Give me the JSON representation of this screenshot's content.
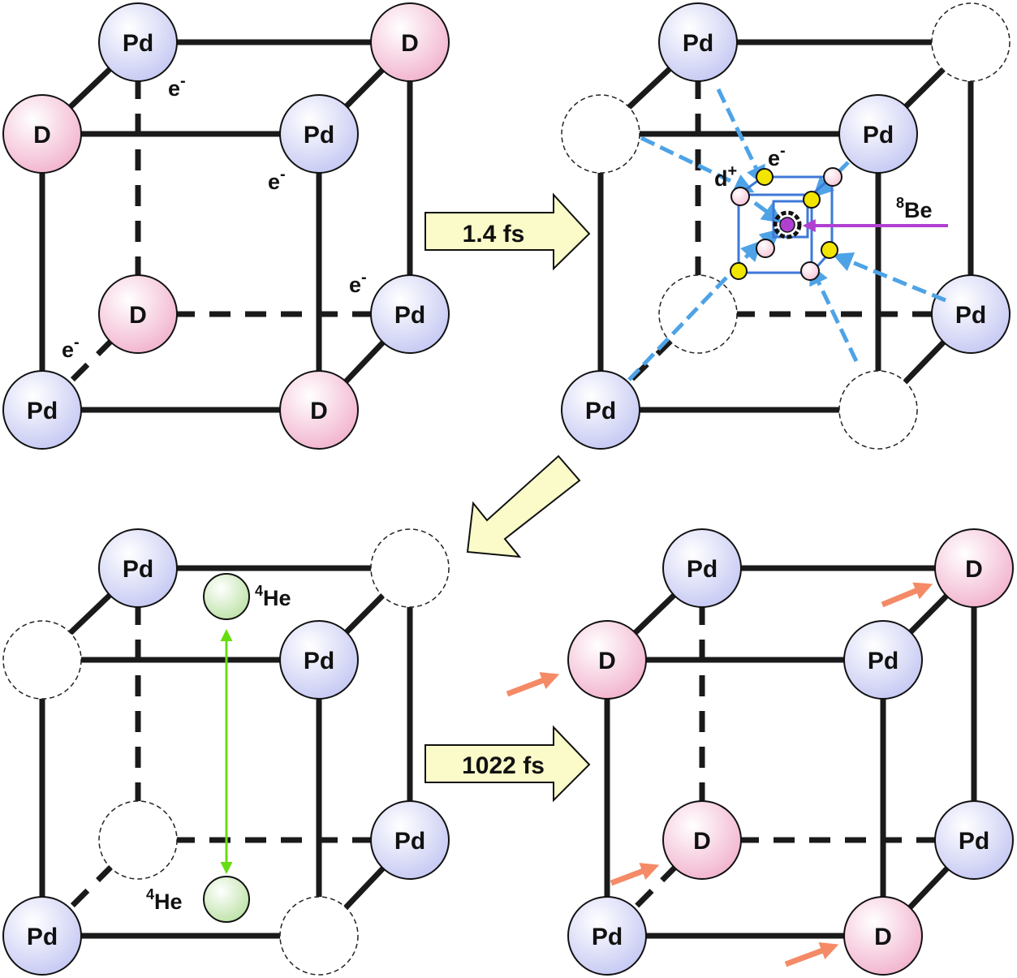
{
  "labels": {
    "pd": "Pd",
    "d": "D",
    "e": "e",
    "minus": "-",
    "dplus": "d",
    "plus": "+",
    "be_mass": "8",
    "be": "Be",
    "he_mass": "4",
    "he": "He"
  },
  "transitions": {
    "first": "1.4 fs",
    "second": "1022 fs"
  },
  "colors": {
    "pd_fill": "#cfd2f5",
    "d_fill": "#f4bfd6",
    "he_fill": "#c9e9b8",
    "cube_line": "#1a1a1a",
    "blue_frame": "#3f78d8",
    "dash_arrow": "#4ea3e6",
    "be_arrow": "#b040d0",
    "electron": "#f2e600",
    "he_arrow": "#66dd11",
    "red_arrow": "#f48a66",
    "transition_arrow": "#fafbc8"
  }
}
